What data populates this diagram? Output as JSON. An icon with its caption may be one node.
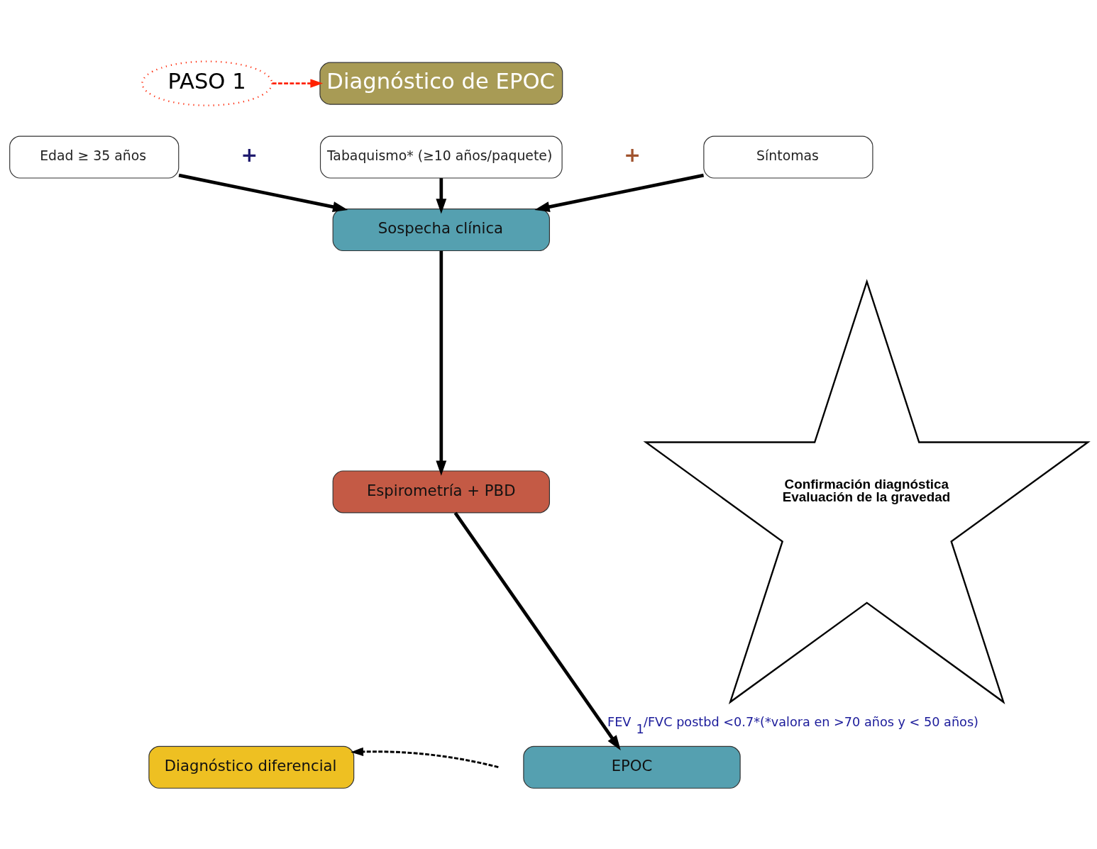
{
  "diagram": {
    "nodes": [
      {
        "text": [
          "PASO 1"
        ]
      },
      {
        "text": [
          "Diagnóstico de EPOC"
        ]
      },
      {
        "text": [
          "Edad ≥ 35 años"
        ]
      },
      {
        "text": [
          "Tabaquismo* (≥10 años/paquete)"
        ]
      },
      {
        "text": [
          "Síntomas"
        ]
      },
      {
        "text": [
          "Sospecha clínica"
        ]
      },
      {
        "text": [
          "Espirometría + PBD"
        ]
      },
      {
        "text": [
          "Confirmación diagnóstica",
          "Evaluación de la gravedad"
        ]
      },
      {
        "text": [
          "Diagnóstico diferencial"
        ]
      },
      {
        "text": [
          "EPOC"
        ]
      }
    ],
    "edges": [
      {
        "from": 0,
        "to": 1,
        "arrow": "to",
        "style": "dashed",
        "color": "#ff2200"
      },
      {
        "from": 2,
        "to": 5,
        "arrow": "to"
      },
      {
        "from": 3,
        "to": 5,
        "arrow": "to"
      },
      {
        "from": 4,
        "to": 5,
        "arrow": "to"
      },
      {
        "from": 5,
        "to": 6,
        "arrow": "to"
      },
      {
        "from": 6,
        "to": 9,
        "arrow": "to",
        "label": "FEV$_{1}$/FVC postbd <0.7*(*valora en >70 años y < 50 años)"
      },
      {
        "from": null,
        "to": 8,
        "arrow": "to",
        "style": "dashed"
      }
    ],
    "labels": [
      "+",
      "+"
    ]
  }
}
